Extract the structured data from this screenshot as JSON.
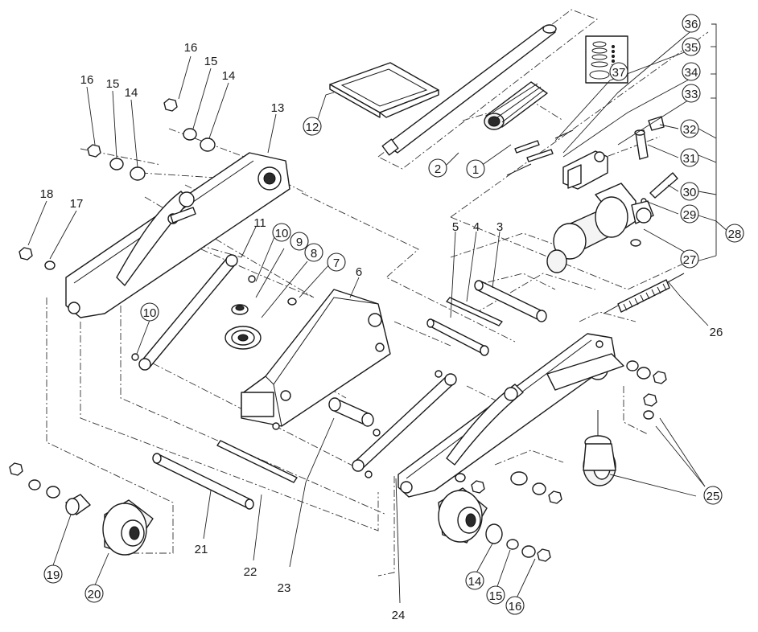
{
  "labels": [
    {
      "n": "1",
      "circled": true
    },
    {
      "n": "2",
      "circled": true
    },
    {
      "n": "3",
      "circled": false
    },
    {
      "n": "4",
      "circled": false
    },
    {
      "n": "5",
      "circled": false
    },
    {
      "n": "6",
      "circled": false
    },
    {
      "n": "7",
      "circled": true
    },
    {
      "n": "8",
      "circled": true
    },
    {
      "n": "9",
      "circled": true
    },
    {
      "n": "10",
      "circled": true
    },
    {
      "n": "10",
      "circled": true
    },
    {
      "n": "11",
      "circled": false
    },
    {
      "n": "12",
      "circled": true
    },
    {
      "n": "13",
      "circled": false
    },
    {
      "n": "14",
      "circled": false
    },
    {
      "n": "15",
      "circled": false
    },
    {
      "n": "16",
      "circled": false
    },
    {
      "n": "14",
      "circled": false
    },
    {
      "n": "15",
      "circled": false
    },
    {
      "n": "16",
      "circled": false
    },
    {
      "n": "17",
      "circled": false
    },
    {
      "n": "18",
      "circled": false
    },
    {
      "n": "19",
      "circled": true
    },
    {
      "n": "20",
      "circled": true
    },
    {
      "n": "21",
      "circled": false
    },
    {
      "n": "22",
      "circled": false
    },
    {
      "n": "23",
      "circled": false
    },
    {
      "n": "24",
      "circled": false
    },
    {
      "n": "25",
      "circled": true
    },
    {
      "n": "26",
      "circled": false
    },
    {
      "n": "27",
      "circled": true
    },
    {
      "n": "28",
      "circled": true
    },
    {
      "n": "29",
      "circled": true
    },
    {
      "n": "30",
      "circled": true
    },
    {
      "n": "31",
      "circled": true
    },
    {
      "n": "32",
      "circled": true
    },
    {
      "n": "33",
      "circled": true
    },
    {
      "n": "34",
      "circled": true
    },
    {
      "n": "35",
      "circled": true
    },
    {
      "n": "36",
      "circled": true
    },
    {
      "n": "37",
      "circled": true
    },
    {
      "n": "14",
      "circled": true
    },
    {
      "n": "15",
      "circled": true
    },
    {
      "n": "16",
      "circled": true
    }
  ]
}
